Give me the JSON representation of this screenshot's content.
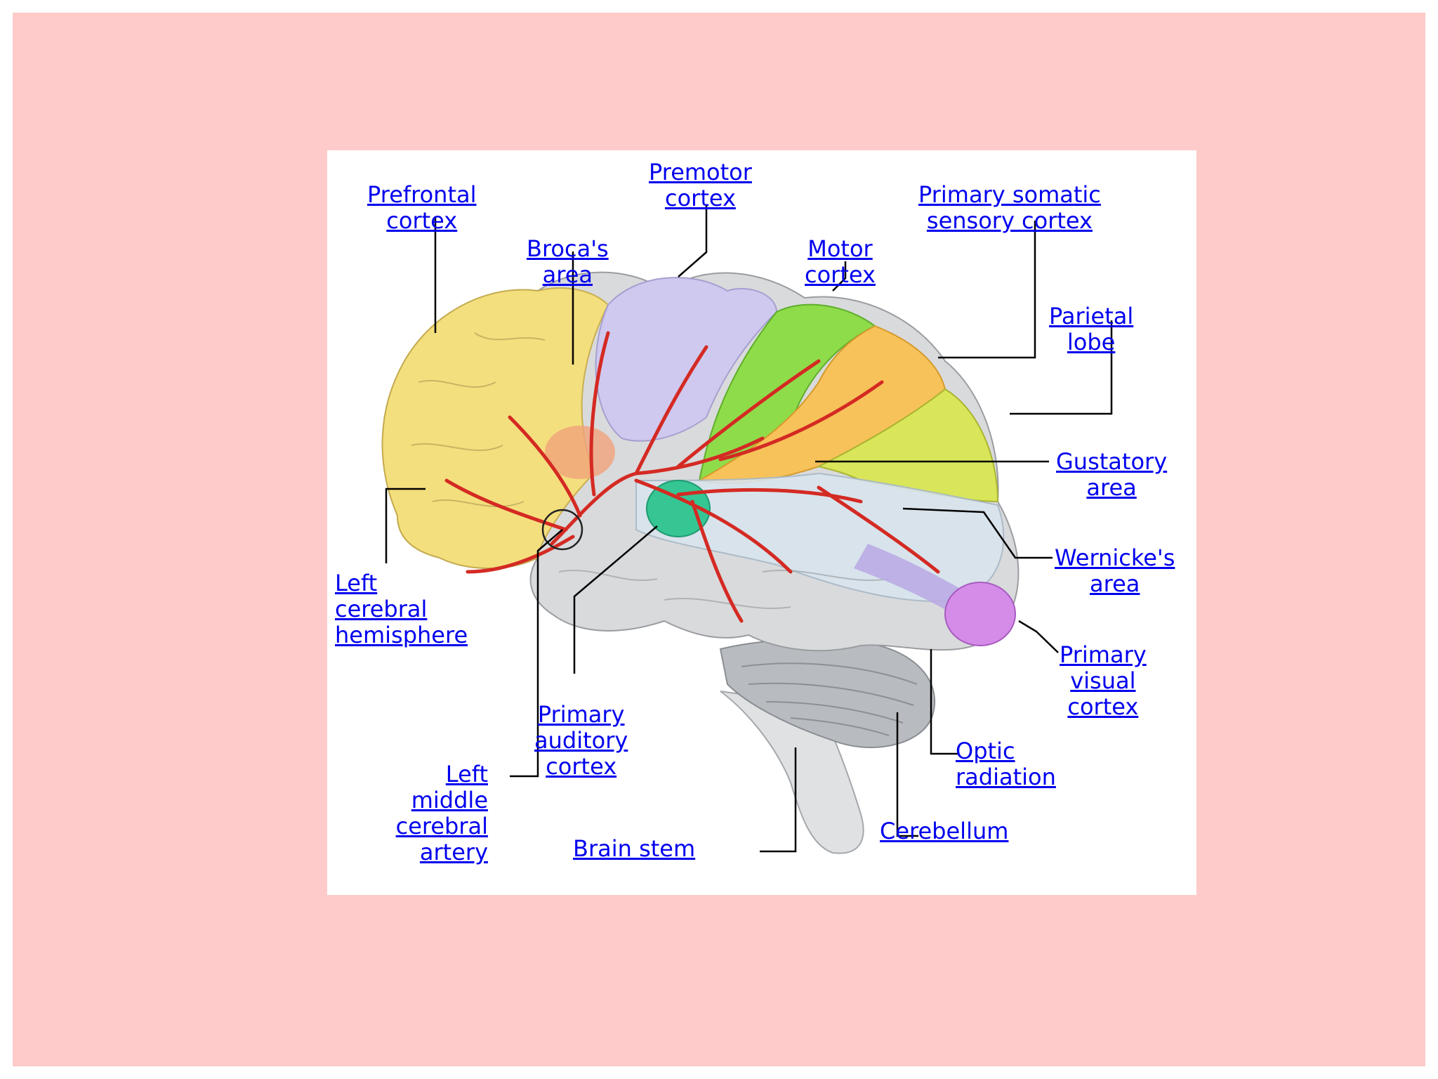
{
  "colors": {
    "background": "#fecbca",
    "card": "#ffffff",
    "link": "#0000ee",
    "artery": "#d42a23",
    "prefrontal": "#f6e07a",
    "premotor": "#cfc9ef",
    "motor": "#8fdc4a",
    "somatic": "#f7c25a",
    "parietal": "#d9e65a",
    "temporal": "#d8e4ee",
    "auditory": "#35c694",
    "visual": "#d58ce8",
    "optic": "#b9a8e4",
    "cerebellum": "#b8bcc0",
    "brainstem": "#dfe1e3"
  },
  "labels": {
    "prefrontal_cortex": [
      "Prefrontal",
      "cortex"
    ],
    "premotor_cortex": [
      "Premotor",
      "cortex"
    ],
    "brocas_area": [
      "Broca's",
      "area"
    ],
    "motor_cortex": [
      "Motor",
      "cortex"
    ],
    "primary_somatic_sensory_cortex": [
      "Primary somatic",
      "sensory cortex"
    ],
    "parietal_lobe": [
      "Parietal",
      "lobe"
    ],
    "gustatory_area": [
      "Gustatory",
      "area"
    ],
    "wernickes_area": [
      "Wernicke's",
      "area"
    ],
    "primary_visual_cortex": [
      "Primary",
      "visual",
      "cortex"
    ],
    "optic_radiation": [
      "Optic",
      "radiation"
    ],
    "cerebellum": [
      "Cerebellum"
    ],
    "brain_stem": [
      "Brain stem"
    ],
    "primary_auditory_cortex": [
      "Primary",
      "auditory",
      "cortex"
    ],
    "left_middle_cerebral_artery": [
      "Left",
      "middle",
      "cerebral",
      "artery"
    ],
    "left_cerebral_hemisphere": [
      "Left",
      "cerebral",
      "hemisphere"
    ]
  }
}
